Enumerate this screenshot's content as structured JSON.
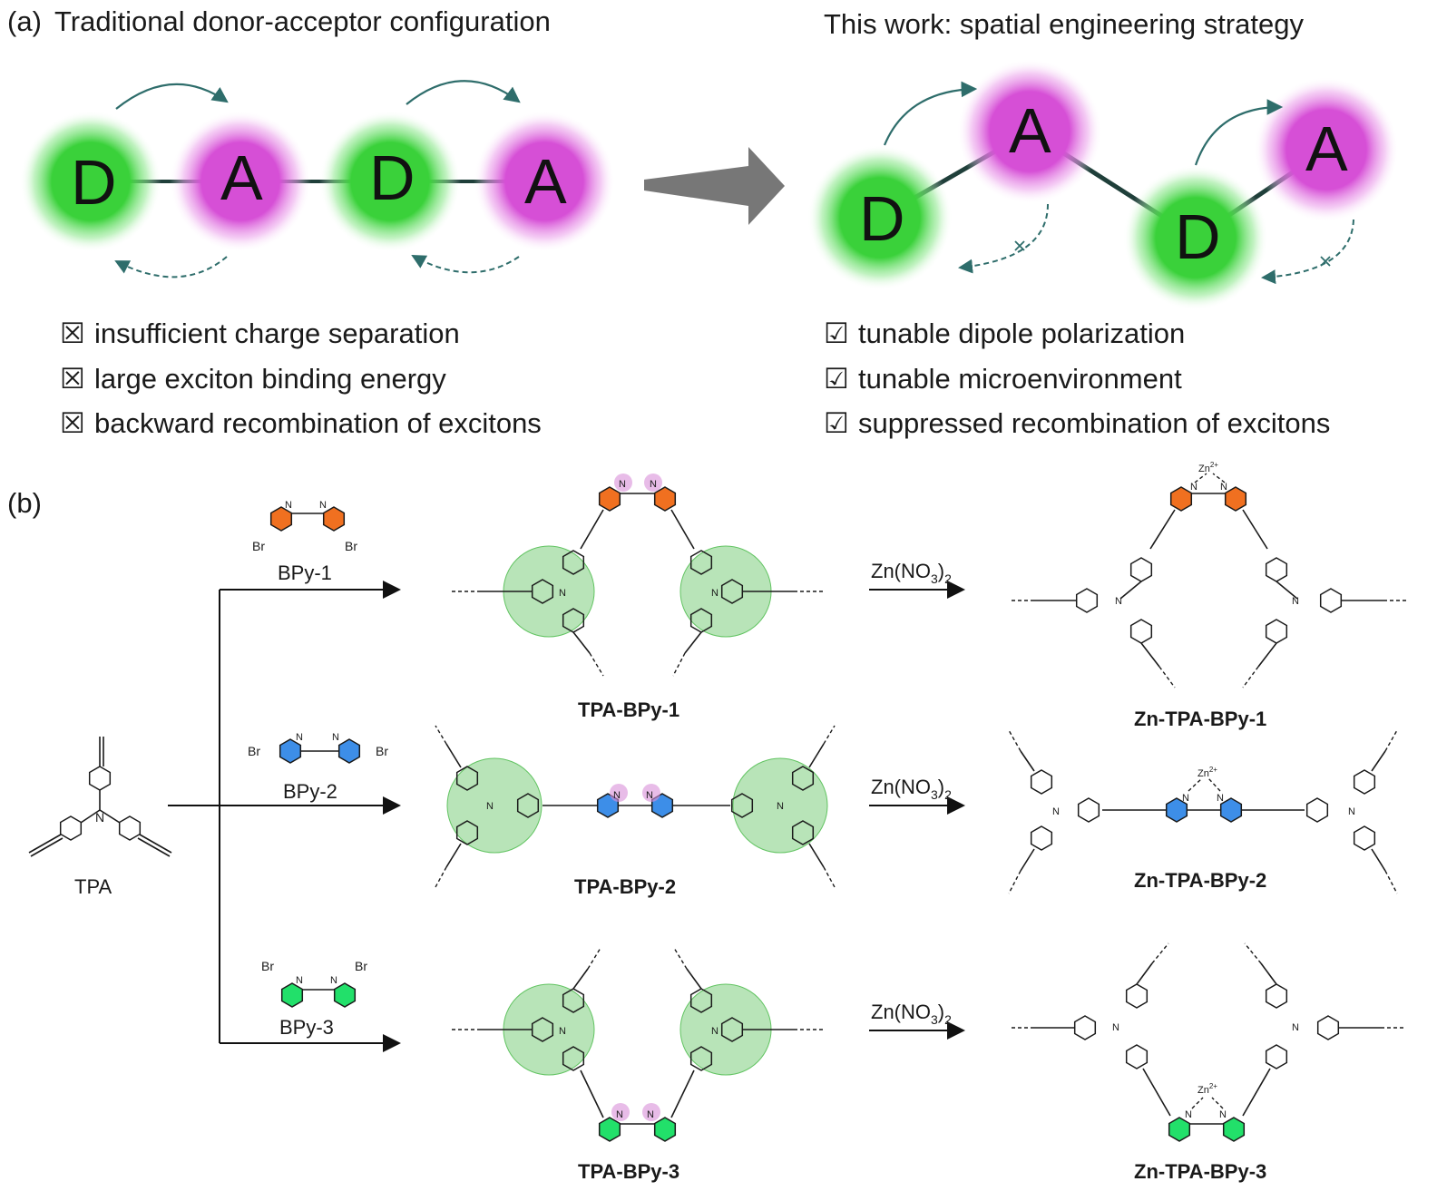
{
  "panel_a": {
    "label": "(a)",
    "left_title": "Traditional donor-acceptor configuration",
    "right_title": "This work: spatial engineering strategy",
    "donor_letter": "D",
    "acceptor_letter": "A",
    "cons": [
      "insufficient charge separation",
      "large exciton binding energy",
      "backward recombination of excitons"
    ],
    "pros": [
      "tunable dipole polarization",
      "tunable microenvironment",
      "suppressed recombination of excitons"
    ],
    "box_cross": "☒",
    "box_check": "☑",
    "colors": {
      "donor": "#3ad13a",
      "acceptor": "#d64fd6",
      "arrow": "#2e6d6b"
    }
  },
  "panel_b": {
    "label": "(b)",
    "monomer": "TPA",
    "linkers": [
      "BPy-1",
      "BPy-2",
      "BPy-3"
    ],
    "polymers": [
      "TPA-BPy-1",
      "TPA-BPy-2",
      "TPA-BPy-3"
    ],
    "zn_products": [
      "Zn-TPA-BPy-1",
      "Zn-TPA-BPy-2",
      "Zn-TPA-BPy-3"
    ],
    "reagent_base": "Zn(NO",
    "reagent_sub3": "3",
    "reagent_close": ")",
    "reagent_sub2": "2",
    "atom_N": "N",
    "atom_Br": "Br",
    "zn_ion": "Zn",
    "zn_charge": "2+",
    "colors": {
      "bpy1": "#f07020",
      "bpy2": "#3d8ee8",
      "bpy3": "#22e06a",
      "tpa_glow": "#62c462",
      "n_glow": "#d98fd9"
    }
  }
}
